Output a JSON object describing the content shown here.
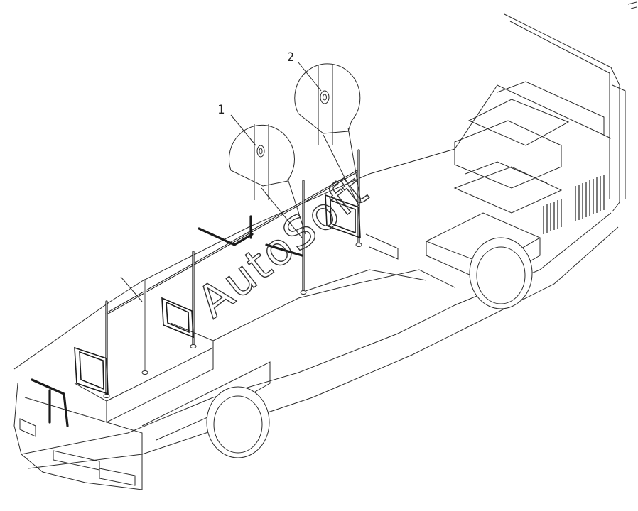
{
  "callouts": [
    {
      "label": "1"
    },
    {
      "label": "2"
    }
  ],
  "watermark": {
    "text": "AutoSoft"
  },
  "colors": {
    "line": "#2a2a2a",
    "background": "#ffffff"
  }
}
